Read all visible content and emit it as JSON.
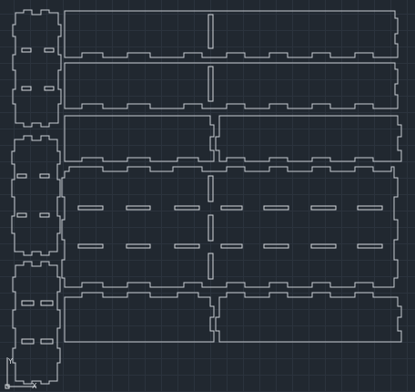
{
  "app": {
    "view": "2D model space",
    "background_color": "#212830",
    "grid_color": "#2b333d",
    "line_color": "#c9ced4"
  },
  "ucs_icon": {
    "name": "ucs-axis-icon",
    "x_label": "X",
    "y_label": "Y"
  }
}
